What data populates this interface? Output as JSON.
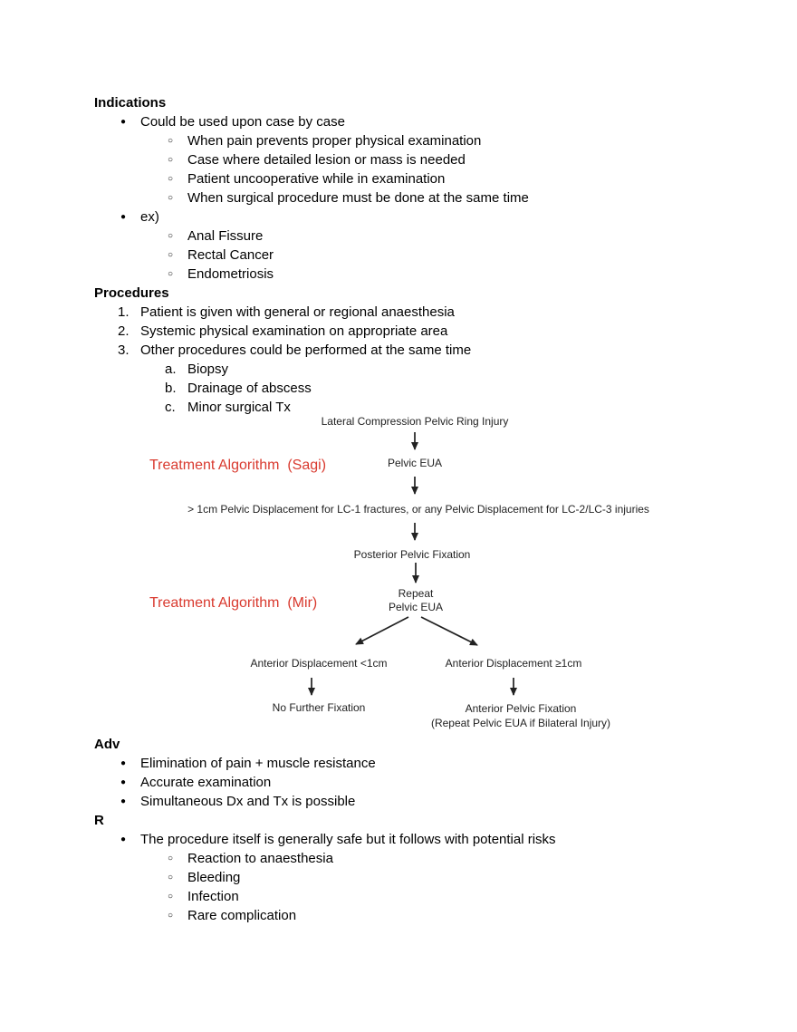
{
  "page": {
    "background": "#ffffff",
    "text_color": "#000000"
  },
  "document": {
    "lines_top": [
      {
        "style": "heading",
        "text": "Indications"
      },
      {
        "style": "bullet-1",
        "marker": "●",
        "text": "Could be used upon case by case"
      },
      {
        "style": "bullet-2",
        "marker": "○",
        "text": "When pain prevents proper physical examination"
      },
      {
        "style": "bullet-2",
        "marker": "○",
        "text": "Case where detailed lesion or mass is needed"
      },
      {
        "style": "bullet-2",
        "marker": "○",
        "text": "Patient uncooperative while in examination"
      },
      {
        "style": "bullet-2",
        "marker": "○",
        "text": "When surgical procedure must be done at the same time"
      },
      {
        "style": "bullet-1",
        "marker": "●",
        "text": "ex)"
      },
      {
        "style": "bullet-2",
        "marker": "○",
        "text": "Anal Fissure"
      },
      {
        "style": "bullet-2",
        "marker": "○",
        "text": "Rectal Cancer"
      },
      {
        "style": "bullet-2",
        "marker": "○",
        "text": "Endometriosis"
      },
      {
        "style": "heading",
        "text": "Procedures"
      },
      {
        "style": "number-1",
        "marker": "1.",
        "text": "Patient is given with general or regional anaesthesia"
      },
      {
        "style": "number-1",
        "marker": "2.",
        "text": "Systemic physical examination on appropriate area"
      },
      {
        "style": "number-1",
        "marker": "3.",
        "text": "Other procedures could be performed at the same time"
      },
      {
        "style": "letter-2",
        "marker": "a.",
        "text": "Biopsy"
      },
      {
        "style": "letter-2",
        "marker": "b.",
        "text": "Drainage of abscess"
      },
      {
        "style": "letter-2",
        "marker": "c.",
        "text": "Minor surgical Tx"
      }
    ],
    "lines_bottom": [
      {
        "style": "heading",
        "text": "Adv"
      },
      {
        "style": "bullet-1",
        "marker": "●",
        "text": "Elimination of pain + muscle resistance"
      },
      {
        "style": "bullet-1",
        "marker": "●",
        "text": "Accurate examination"
      },
      {
        "style": "bullet-1",
        "marker": "●",
        "text": "Simultaneous Dx and Tx is possible"
      },
      {
        "style": "heading",
        "text": "R"
      },
      {
        "style": "bullet-1",
        "marker": "●",
        "text": "The procedure itself is generally safe but it follows with potential risks"
      },
      {
        "style": "bullet-2",
        "marker": "○",
        "text": "Reaction to anaesthesia"
      },
      {
        "style": "bullet-2",
        "marker": "○",
        "text": "Bleeding"
      },
      {
        "style": "bullet-2",
        "marker": "○",
        "text": "Infection"
      },
      {
        "style": "bullet-2",
        "marker": "○",
        "text": "Rare complication"
      }
    ]
  },
  "flowchart": {
    "accent_color": "#d93a2f",
    "node_text_color": "#222222",
    "label_sagi": "Treatment Algorithm  (Sagi)",
    "label_mir": "Treatment Algorithm  (Mir)",
    "nodes": {
      "root": "Lateral Compression Pelvic Ring Injury",
      "eua": "Pelvic EUA",
      "criterion": "> 1cm Pelvic Displacement for LC-1 fractures, or any Pelvic Displacement for LC-2/LC-3 injuries",
      "posterior": "Posterior Pelvic Fixation",
      "repeat_line1": "Repeat",
      "repeat_line2": "Pelvic EUA",
      "left_condition": "Anterior Displacement <1cm",
      "right_condition": "Anterior Displacement ≥1cm",
      "left_result": "No Further Fixation",
      "right_result_line1": "Anterior Pelvic Fixation",
      "right_result_line2": "(Repeat Pelvic EUA if Bilateral Injury)"
    }
  }
}
